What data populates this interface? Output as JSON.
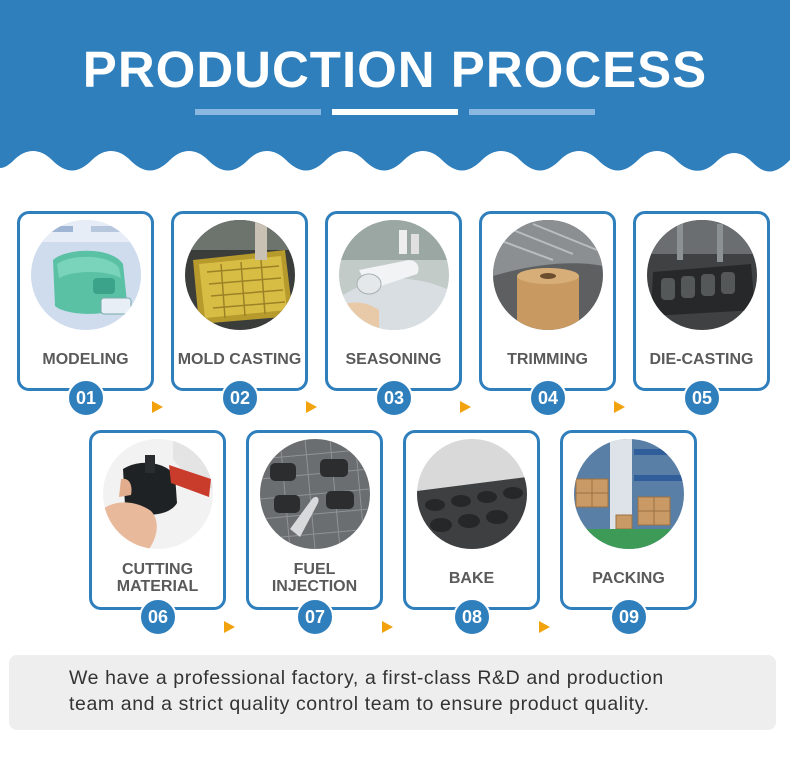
{
  "header": {
    "title": "PRODUCTION PROCESS",
    "colors": {
      "band": "#2f7fbd",
      "bar_side": "#8ab8e0",
      "bar_mid": "#ffffff"
    }
  },
  "steps": [
    {
      "number": "01",
      "label": "MODELING",
      "image": "green-3d-model-photo"
    },
    {
      "number": "02",
      "label": "MOLD CASTING",
      "image": "gold-mold-photo"
    },
    {
      "number": "03",
      "label": "SEASONING",
      "image": "silicone-roll-photo"
    },
    {
      "number": "04",
      "label": "TRIMMING",
      "image": "trimming-roller-photo"
    },
    {
      "number": "05",
      "label": "DIE-CASTING",
      "image": "die-casting-mold-photo"
    },
    {
      "number": "06",
      "label_line1": "CUTTING",
      "label_line2": "MATERIAL",
      "image": "cutting-hand-photo"
    },
    {
      "number": "07",
      "label_line1": "FUEL",
      "label_line2": "INJECTION",
      "image": "fuel-injection-photo"
    },
    {
      "number": "08",
      "label": "BAKE",
      "image": "bake-tray-photo"
    },
    {
      "number": "09",
      "label": "PACKING",
      "image": "warehouse-boxes-photo"
    }
  ],
  "arrow_icon": "play-arrow-icon",
  "footer": {
    "line1": "We have a professional factory, a first-class R&D and production",
    "line2": "team and a strict quality control team to ensure product quality."
  },
  "colors": {
    "accent": "#2f7fbd",
    "arrow": "#f2a20c",
    "label": "#5a5a5a",
    "footer_bg": "#eeeeee"
  }
}
